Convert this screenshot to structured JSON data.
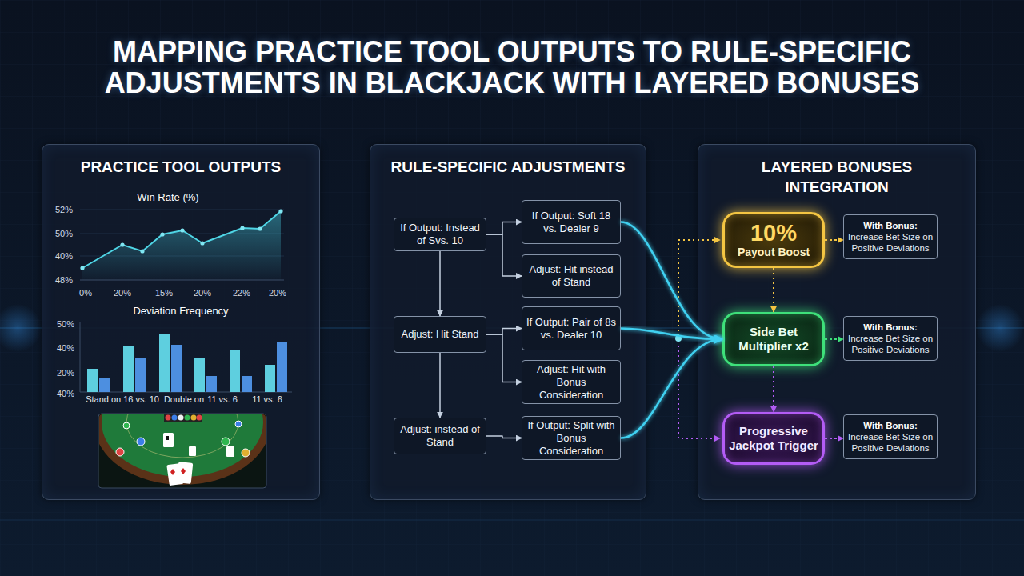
{
  "diagram": {
    "title": "MAPPING PRACTICE TOOL OUTPUTS TO RULE-SPECIFIC ADJUSTMENTS IN BLACKJACK WITH LAYERED BONUSES",
    "nodes": [
      {
        "text": [
          "PRACTICE TOOL OUTPUTS"
        ]
      },
      {
        "text": [
          "RULE-SPECIFIC ADJUSTMENTS"
        ]
      },
      {
        "text": [
          "If Output: Instead of Svs. 10"
        ],
        "in": 1
      },
      {
        "text": [
          "If Output: Soft 18 vs. Dealer 9"
        ],
        "in": 1
      },
      {
        "text": [
          "Adjust: Hit instead of Stand"
        ],
        "in": 1
      },
      {
        "text": [
          "Adjust: Hit Stand"
        ],
        "in": 1
      },
      {
        "text": [
          "If Output: Pair of 8s vs. Dealer 10"
        ],
        "in": 1
      },
      {
        "text": [
          "Adjust: Hit with Bonus Consideration"
        ],
        "in": 1
      },
      {
        "text": [
          "Adjust: instead of Stand"
        ],
        "in": 1
      },
      {
        "text": [
          "If Output: Split with Bonus Consideration"
        ],
        "in": 1
      },
      {
        "text": [
          "LAYERED BONUSES INTEGRATION"
        ]
      },
      {
        "text": [
          "10%",
          "Payout Boost"
        ],
        "in": 10
      },
      {
        "text": [
          "With Bonus:",
          "Increase Bet Size on Positive Deviations"
        ],
        "in": 10
      },
      {
        "text": [
          "Side Bet Multiplier x2"
        ],
        "in": 10
      },
      {
        "text": [
          "With Bonus:",
          "Increase Bet Size on Positive Deviations"
        ],
        "in": 10
      },
      {
        "text": [
          "Progressive Jackpot Trigger"
        ],
        "in": 10
      },
      {
        "text": [
          "With Bonus:",
          "Increase Bet Size on Positive Deviations"
        ],
        "in": 10
      }
    ],
    "edges": [
      {
        "from": 0,
        "to": 1,
        "arrow": "to"
      },
      {
        "from": 2,
        "to": 3,
        "arrow": "to"
      },
      {
        "from": 2,
        "to": 4,
        "arrow": "to"
      },
      {
        "from": 2,
        "to": 5,
        "arrow": "to"
      },
      {
        "from": 5,
        "to": 6,
        "arrow": "to"
      },
      {
        "from": 5,
        "to": 7,
        "arrow": "to"
      },
      {
        "from": 5,
        "to": 8,
        "arrow": "to"
      },
      {
        "from": 8,
        "to": 9,
        "arrow": "to"
      },
      {
        "from": 3,
        "to": 13,
        "arrow": "to"
      },
      {
        "from": 6,
        "to": 13,
        "arrow": "to"
      },
      {
        "from": 9,
        "to": 13,
        "arrow": "to"
      },
      {
        "from": 11,
        "to": 13,
        "arrow": "to"
      },
      {
        "from": 13,
        "to": 15,
        "arrow": "to"
      },
      {
        "from": 11,
        "to": 12,
        "arrow": "to"
      },
      {
        "from": 13,
        "to": 14,
        "arrow": "to"
      },
      {
        "from": 15,
        "to": 16,
        "arrow": "to"
      }
    ],
    "labels": [
      "Win Rate (%)",
      "52%",
      "50%",
      "40%",
      "48%",
      "0%",
      "20%",
      "15%",
      "20%",
      "22%",
      "20%",
      "Deviation Frequency",
      "50%",
      "40%",
      "20%",
      "40%",
      "Stand on 16 vs. 10",
      "Double on",
      "11 vs. 6",
      "11 vs. 6"
    ]
  }
}
